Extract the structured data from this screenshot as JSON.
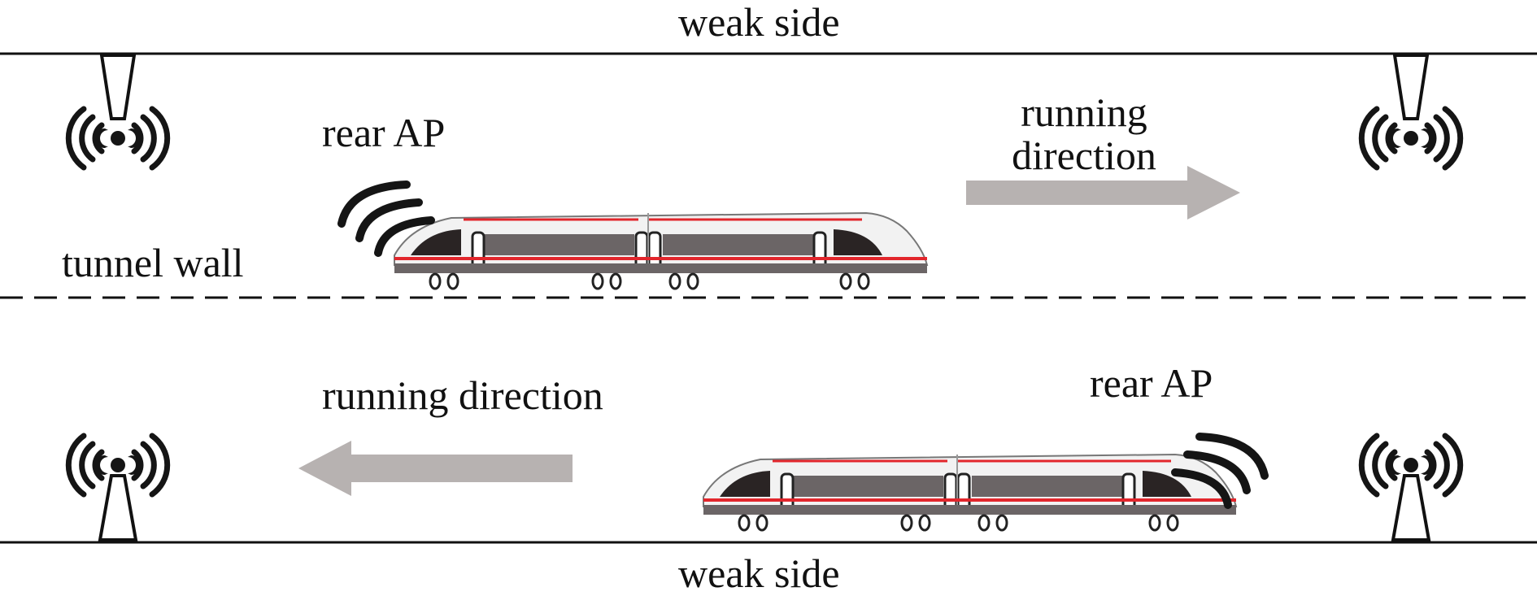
{
  "labels": {
    "top_weak_side": "weak side",
    "bottom_weak_side": "weak side",
    "tunnel_wall": "tunnel wall",
    "rear_ap_upper": "rear AP",
    "rear_ap_lower": "rear AP",
    "running_direction_upper_line1": "running",
    "running_direction_upper_line2": "direction",
    "running_direction_lower": "running direction"
  },
  "colors": {
    "arrow": "#b7b2b1",
    "train_red": "#e2262c",
    "train_grey": "#6b6566",
    "line": "#111111"
  },
  "icons": {
    "antenna": "antenna-icon",
    "signal": "wifi-signal-icon",
    "train": "train-icon",
    "arrow": "arrow-icon"
  }
}
